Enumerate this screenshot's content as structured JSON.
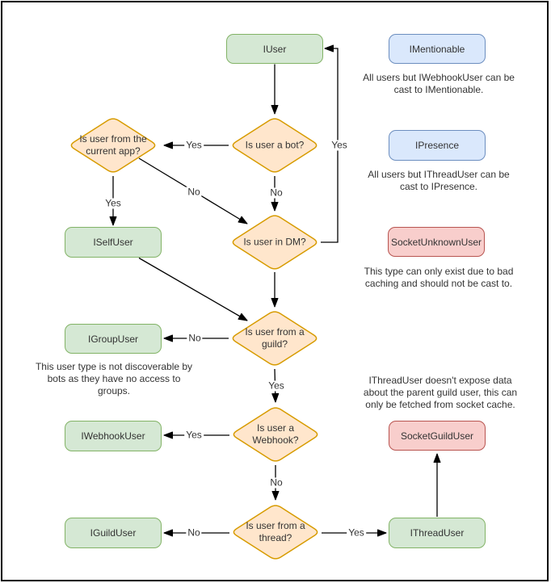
{
  "diagram": {
    "nodes": {
      "iuser": "IUser",
      "imentionable": "IMentionable",
      "ipresence": "IPresence",
      "socket_unknown_user": "SocketUnknownUser",
      "iself_user": "ISelfUser",
      "igroup_user": "IGroupUser",
      "iwebhook_user": "IWebhookUser",
      "iguild_user": "IGuildUser",
      "socket_guild_user": "SocketGuildUser",
      "ithread_user": "IThreadUser"
    },
    "decisions": {
      "is_bot": "Is user a bot?",
      "current_app": "Is user from the current app?",
      "in_dm": "Is user in DM?",
      "from_guild": "Is user from a guild?",
      "is_webhook": "Is user a Webhook?",
      "from_thread": "Is user from a thread?"
    },
    "edge_labels": {
      "bot_to_app_yes": "Yes",
      "app_to_self_yes": "Yes",
      "app_to_dm_no": "No",
      "bot_to_dm_no": "No",
      "dm_to_iuser_yes": "Yes",
      "guild_to_group_no": "No",
      "guild_to_webhook_yes": "Yes",
      "webhook_to_iwebhook_yes": "Yes",
      "webhook_to_thread_no": "No",
      "thread_to_iguild_no": "No",
      "thread_to_ithread_yes": "Yes"
    },
    "annotations": {
      "mentionable": "All users but IWebhookUser can be cast to IMentionable.",
      "presence": "All users but IThreadUser can be cast to IPresence.",
      "unknown_user": "This type can only exist due to bad caching and should not be cast to.",
      "group_user": "This user type is not discoverable by bots as they have no access to groups.",
      "thread_user": "IThreadUser doesn't expose data about the parent guild user, this can only be fetched from socket cache."
    },
    "colors": {
      "interface_fill": "#d5e8d4",
      "interface_border": "#82b366",
      "castable_fill": "#dae8fc",
      "castable_border": "#6c8ebf",
      "socket_fill": "#f8cecc",
      "socket_border": "#b85450",
      "decision_fill": "#ffe6cc",
      "decision_border": "#d79b00",
      "arrow": "#000000"
    }
  }
}
